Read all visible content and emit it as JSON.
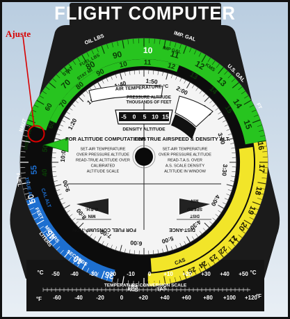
{
  "title": "FLIGHT COMPUTER",
  "callout": "Ajuste",
  "colors": {
    "background": "#ffffff",
    "frame": "#111111",
    "sky_top": "#b9cde0",
    "sky_bottom": "#e7eef5",
    "case": "#1b1b1b",
    "outer_ring": "#0c0c0c",
    "inner_disk": "#f4f4f4",
    "green": "#27c41f",
    "yellow": "#f2e529",
    "blue": "#1d6fd0",
    "callout_red": "#d80000"
  },
  "top_labels": {
    "oil_lbs": "OIL LBS",
    "imp_gal": "IMP. GAL",
    "kms": "KMS",
    "us_gal": "U.S. GAL",
    "imp_gal_small": "IMP GAL",
    "stat": "STAT",
    "fuel_lbs": "FUEL LBS",
    "stat_mi": "STAT MI"
  },
  "outer_scale": [
    "60",
    "70",
    "80",
    "90",
    "10",
    "11",
    "12",
    "13",
    "14",
    "15",
    "16",
    "17",
    "18",
    "19",
    "20",
    "21",
    "22",
    "23",
    "24",
    "25",
    "30",
    "35",
    "40",
    "45",
    "50",
    "55"
  ],
  "inner_scale": [
    "40",
    "50",
    "60",
    "70",
    "80",
    "90",
    "10",
    "11",
    "12",
    "13",
    "14",
    "15"
  ],
  "time_scale": [
    "1:20",
    "1:30",
    "1:40",
    "1:50",
    "2:00",
    "2:30",
    "3:00",
    "3:30",
    "4:00",
    "4:30",
    "5:00",
    "6:00",
    "7:00",
    "8:00",
    "9:00",
    "10:00"
  ],
  "side_labels": {
    "distance": "DISTANCE",
    "naut": "NAUT",
    "time": "TIME",
    "fuel": "FUEL",
    "feet": "FEET",
    "meters": "METERS",
    "liters": "LITERS",
    "seconds": "SECONDS",
    "true_alt": "TRUE ALT",
    "cal_alt": "CAL ALT",
    "hours": "HOURS",
    "minutes": "MINUTES",
    "kgs": "KGS",
    "lbs": "LBS",
    "cas": "CAS",
    "tas": "TAS",
    "ft": "FT"
  },
  "center": {
    "air_temp": "AIR TEMPERATURE °C",
    "pressure_alt": "PRESSURE ALTITUDE",
    "thousands": "THOUSANDS OF FEET",
    "density_altitude": "DENSITY ALTITUDE",
    "window_numbers": [
      "-5",
      "0",
      "5",
      "10",
      "15"
    ],
    "alt_comp_title": "FOR ALTITUDE COMPUTATIONS",
    "alt_comp_text": [
      "SET-AIR TEMPERATURE",
      "OVER PRESSURE ALTITUDE",
      "READ-TRUE ALTITUDE OVER",
      "CALIBRATED",
      "ALTITUDE SCALE"
    ],
    "airspeed_title": "FOR TRUE AIRSPEED & DENSITY ALT.",
    "airspeed_text": [
      "SET-AIR TEMPERATURE",
      "OVER PRESSURE ALTITUDE",
      "READ-T.A.S. OVER",
      "A.S. SCALE DENSITY",
      "ALTITUDE IN WINDOW"
    ],
    "fuel_title": "FOR FUEL CONSUMP-TION",
    "distance_title": "DIST-ANCE",
    "gph": "G.P.H.",
    "speed": "SPEED",
    "dist": "DIST",
    "min": "MIN"
  },
  "temp_scale": {
    "title": "TEMPERATURE CONVERSION SCALE",
    "c_label": "°C",
    "f_label": "°F",
    "c_values": [
      "-50",
      "-40",
      "-30",
      "-20",
      "-10",
      "0",
      "+10",
      "+20",
      "+30",
      "+40",
      "+50"
    ],
    "f_values": [
      "-60",
      "-40",
      "-20",
      "0",
      "+20",
      "+40",
      "+60",
      "+80",
      "+100",
      "+120"
    ]
  }
}
